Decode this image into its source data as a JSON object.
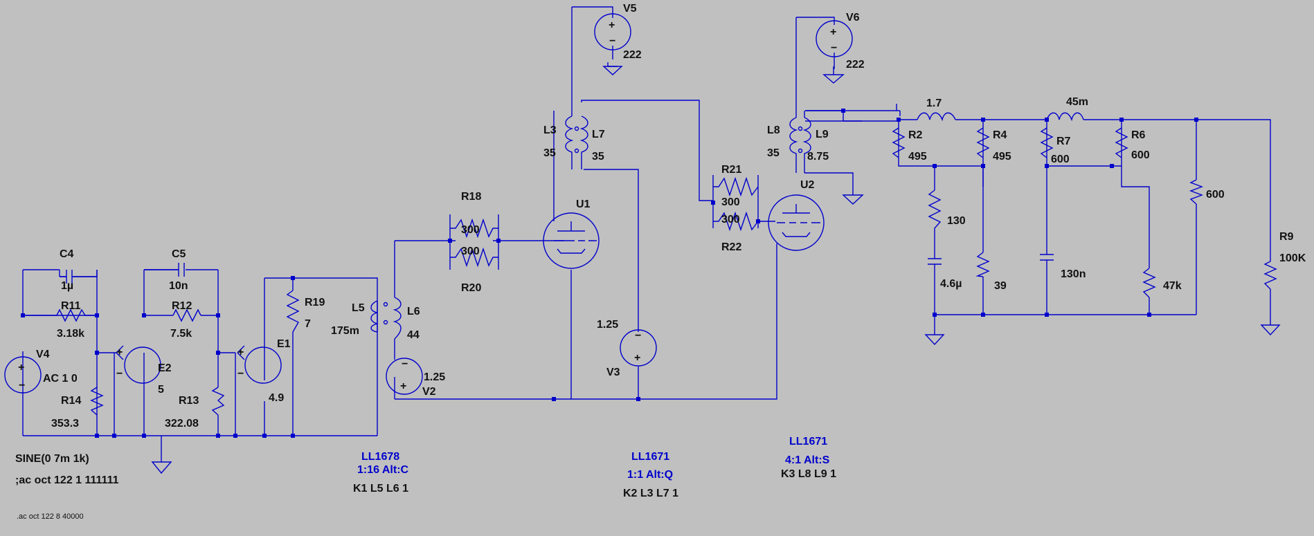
{
  "schematic": {
    "sources": {
      "V4": {
        "name": "V4",
        "value": "AC 1 0"
      },
      "V5": {
        "name": "V5",
        "value": "222"
      },
      "V6": {
        "name": "V6",
        "value": "222"
      },
      "V3": {
        "name": "V3",
        "value": "1.25"
      },
      "V2": {
        "name": "V2",
        "value": "1.25"
      }
    },
    "capacitors": {
      "C4": {
        "name": "C4",
        "value": "1µ"
      },
      "C5": {
        "name": "C5",
        "value": "10n"
      },
      "C_a": {
        "value": "4.6µ"
      },
      "C_b": {
        "value": "130n"
      }
    },
    "resistors": {
      "R11": {
        "name": "R11",
        "value": "3.18k"
      },
      "R12": {
        "name": "R12",
        "value": "7.5k"
      },
      "R14": {
        "name": "R14",
        "value": "353.3"
      },
      "R13": {
        "name": "R13",
        "value": "322.08"
      },
      "R19": {
        "name": "R19",
        "value": "7"
      },
      "R18": {
        "name": "R18",
        "value": "300"
      },
      "R20": {
        "name": "R20",
        "value": "300"
      },
      "R21": {
        "name": "R21",
        "value": "300"
      },
      "R22": {
        "name": "R22",
        "value": "300"
      },
      "R2": {
        "name": "R2",
        "value": "495"
      },
      "R4": {
        "name": "R4",
        "value": "495"
      },
      "R7": {
        "name": "R7",
        "value": "600"
      },
      "R6": {
        "name": "R6",
        "value": "600"
      },
      "R_a": {
        "value": "130"
      },
      "R_b": {
        "value": "39"
      },
      "R_c": {
        "value": "47k"
      },
      "R_d": {
        "value": "600"
      },
      "R9": {
        "name": "R9",
        "value": "100K"
      }
    },
    "sources_e": {
      "E2": {
        "name": "E2",
        "value": "5"
      },
      "E1": {
        "name": "E1",
        "value": "4.9"
      }
    },
    "inductors": {
      "L5": {
        "name": "L5",
        "value": "175m"
      },
      "L6": {
        "name": "L6",
        "value": "44"
      },
      "L3": {
        "name": "L3",
        "value": "35"
      },
      "L7": {
        "name": "L7",
        "value": "35"
      },
      "L8": {
        "name": "L8",
        "value": "35"
      },
      "L9": {
        "name": "L9",
        "value": "8.75"
      },
      "L_a": {
        "value": "1.7"
      },
      "L_b": {
        "value": "45m"
      }
    },
    "tubes": {
      "U1": "U1",
      "U2": "U2"
    },
    "directives": {
      "sine": "SINE(0 7m 1k)",
      "ac_comment": ";ac oct 122 1 111111",
      "ac": ".ac oct 122 8 40000",
      "t1_model": "LL1678",
      "t1_ratio": "1:16 Alt:C",
      "t1_k": "K1 L5 L6 1",
      "t2_model": "LL1671",
      "t2_ratio": "1:1 Alt:Q",
      "t2_k": "K2 L3 L7 1",
      "t3_model": "LL1671",
      "t3_ratio": "4:1 Alt:S",
      "t3_k": "K3 L8 L9 1"
    }
  }
}
